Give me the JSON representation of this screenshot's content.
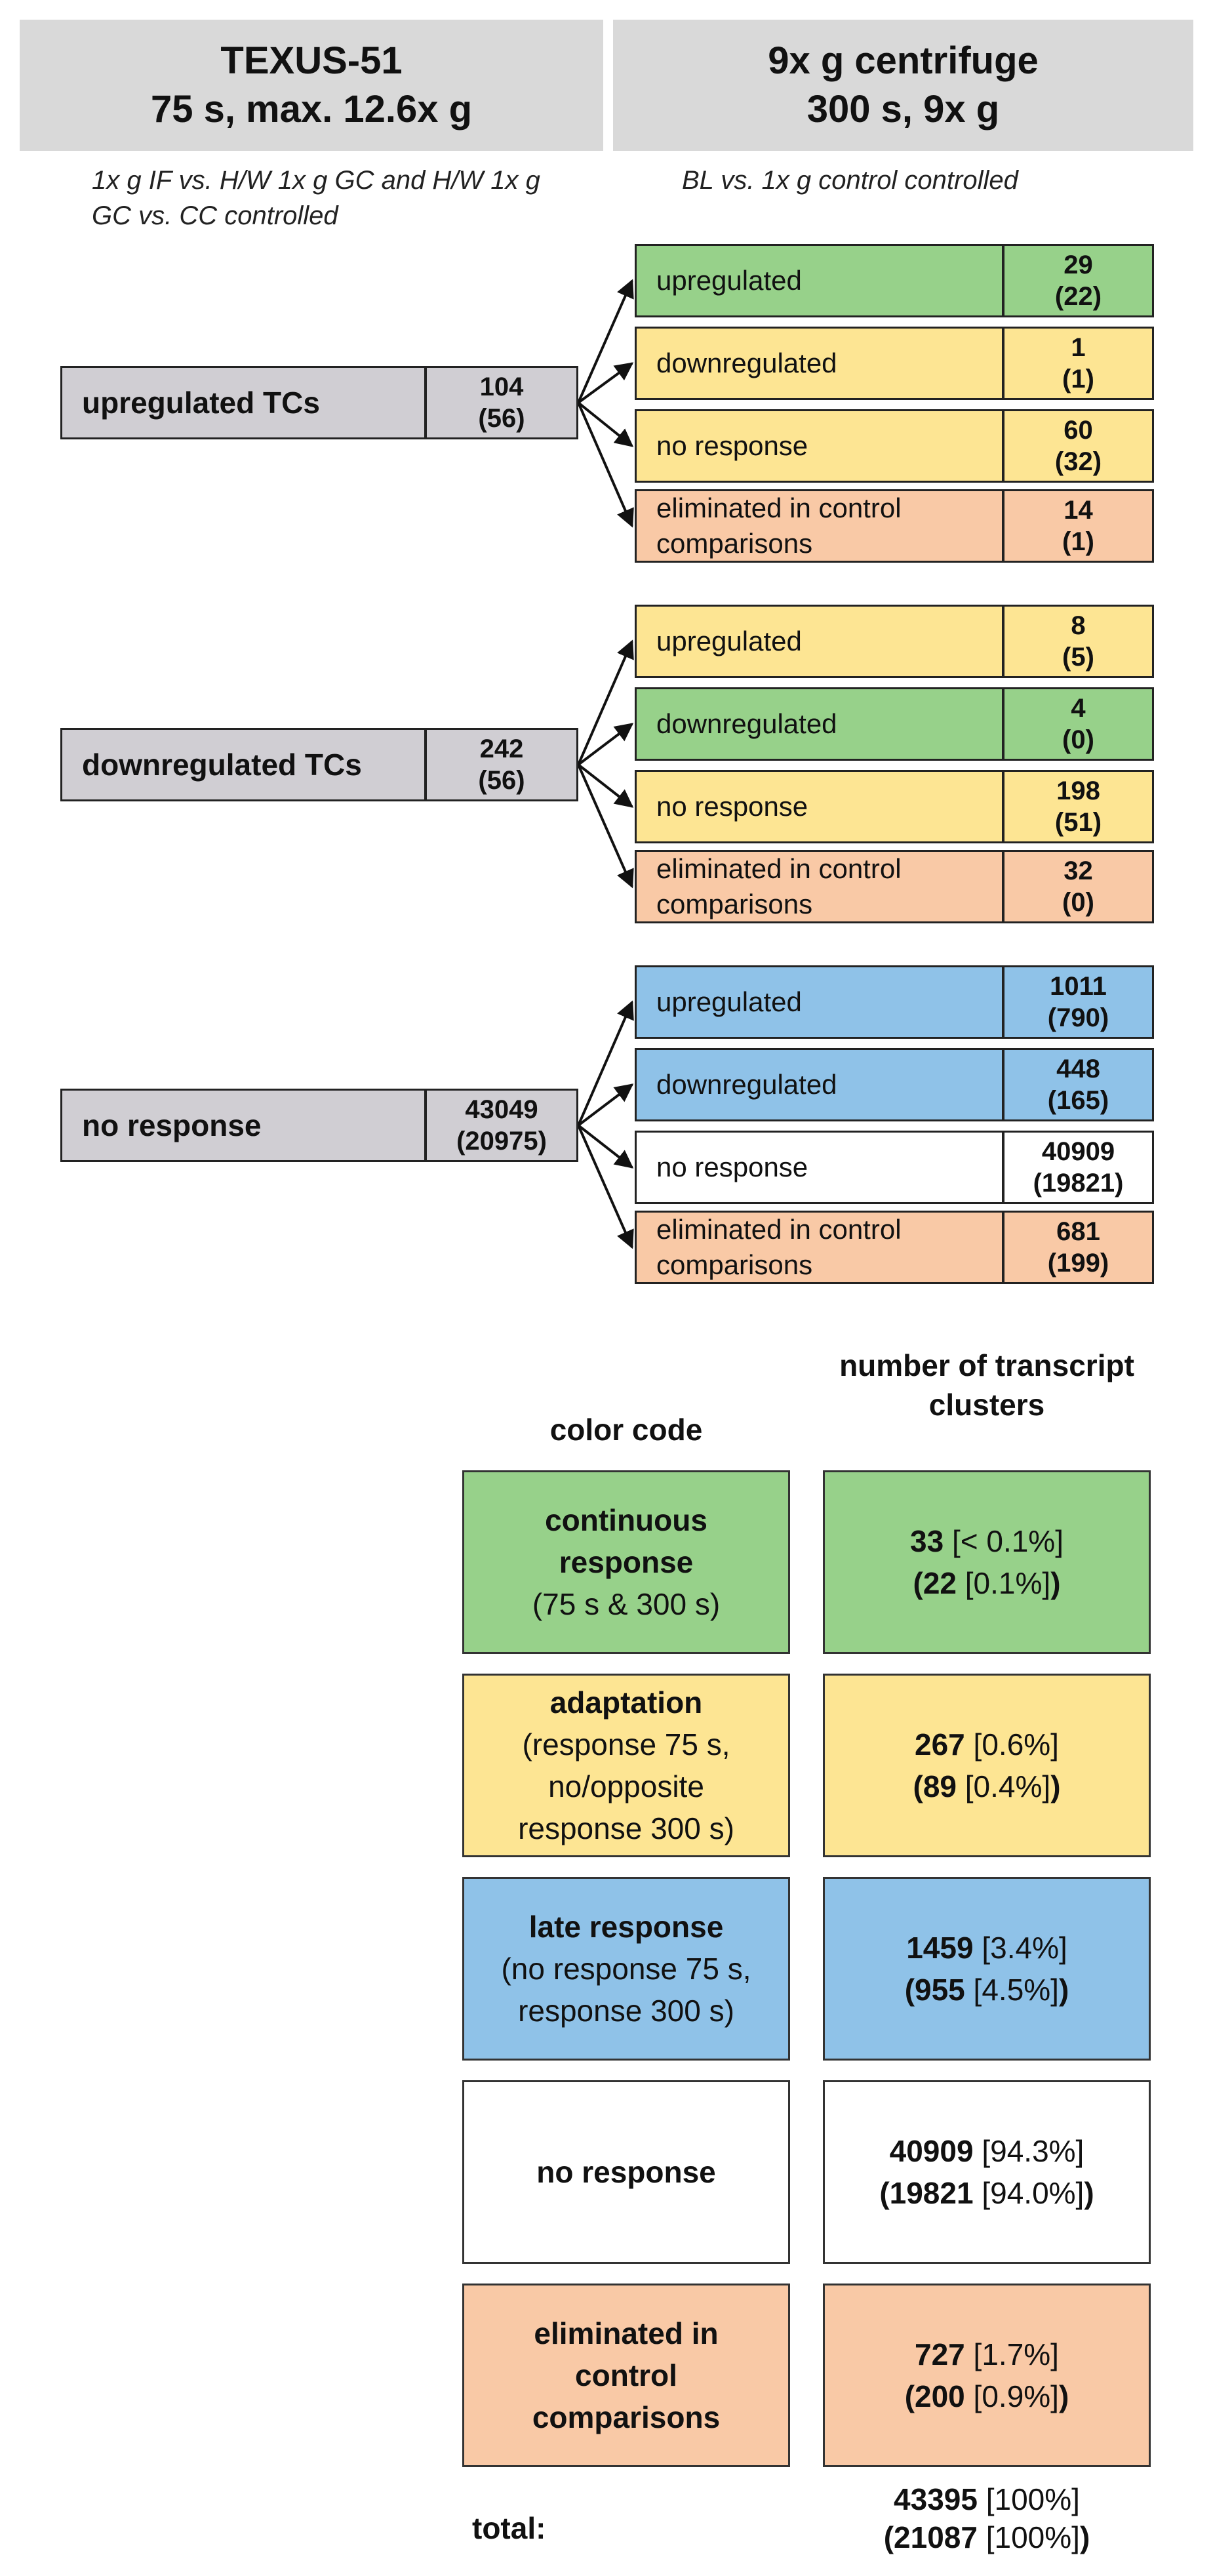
{
  "headers": [
    {
      "line1": "TEXUS-51",
      "line2": "75 s, max. 12.6x g",
      "note": "1x g IF vs. H/W 1x g GC  and H/W 1x g GC vs. CC controlled"
    },
    {
      "line1": "9x g centrifuge",
      "line2": "300 s, 9x g",
      "note": "BL vs. 1x g control controlled"
    }
  ],
  "groups": [
    {
      "label": "upregulated TCs",
      "count": "104",
      "sub": "(56)",
      "targets": [
        {
          "label": "upregulated",
          "count": "29",
          "sub": "(22)",
          "color": "#97d18a"
        },
        {
          "label": "downregulated",
          "count": "1",
          "sub": "(1)",
          "color": "#fde593"
        },
        {
          "label": "no response",
          "count": "60",
          "sub": "(32)",
          "color": "#fde593"
        },
        {
          "label": "eliminated in control comparisons",
          "count": "14",
          "sub": "(1)",
          "color": "#f9c9a6"
        }
      ]
    },
    {
      "label": "downregulated TCs",
      "count": "242",
      "sub": "(56)",
      "targets": [
        {
          "label": "upregulated",
          "count": "8",
          "sub": "(5)",
          "color": "#fde593"
        },
        {
          "label": "downregulated",
          "count": "4",
          "sub": "(0)",
          "color": "#97d18a"
        },
        {
          "label": "no response",
          "count": "198",
          "sub": "(51)",
          "color": "#fde593"
        },
        {
          "label": "eliminated in control comparisons",
          "count": "32",
          "sub": "(0)",
          "color": "#f9c9a6"
        }
      ]
    },
    {
      "label": "no response",
      "count": "43049",
      "sub": "(20975)",
      "targets": [
        {
          "label": "upregulated",
          "count": "1011",
          "sub": "(790)",
          "color": "#8fc2e8"
        },
        {
          "label": "downregulated",
          "count": "448",
          "sub": "(165)",
          "color": "#8fc2e8"
        },
        {
          "label": "no response",
          "count": "40909",
          "sub": "(19821)",
          "color": "#ffffff"
        },
        {
          "label": "eliminated in control comparisons",
          "count": "681",
          "sub": "(199)",
          "color": "#f9c9a6"
        }
      ]
    }
  ],
  "legend": {
    "col1_header": "color code",
    "col2_header": "number of transcript clusters",
    "rows": [
      {
        "title": "continuous response",
        "desc": "(75 s & 300 s)",
        "n1": "33",
        "p1": "[< 0.1%]",
        "n2": "22",
        "p2": "[0.1%]",
        "color": "#97d18a"
      },
      {
        "title": "adaptation",
        "desc": "(response 75 s, no/opposite response 300 s)",
        "n1": "267",
        "p1": "[0.6%]",
        "n2": "89",
        "p2": "[0.4%]",
        "color": "#fde593"
      },
      {
        "title": "late response",
        "desc": "(no response 75 s, response 300 s)",
        "n1": "1459",
        "p1": "[3.4%]",
        "n2": "955",
        "p2": "[4.5%]",
        "color": "#8fc2e8"
      },
      {
        "title": "no response",
        "desc": "",
        "n1": "40909",
        "p1": "[94.3%]",
        "n2": "19821",
        "p2": "[94.0%]",
        "color": "#ffffff"
      },
      {
        "title": "eliminated in control comparisons",
        "desc": "",
        "n1": "727",
        "p1": "[1.7%]",
        "n2": "200",
        "p2": "[0.9%]",
        "color": "#f9c9a6"
      }
    ],
    "total_label": "total:",
    "total_n1": "43395",
    "total_p1": "[100%]",
    "total_n2": "21087",
    "total_p2": "[100%]"
  }
}
